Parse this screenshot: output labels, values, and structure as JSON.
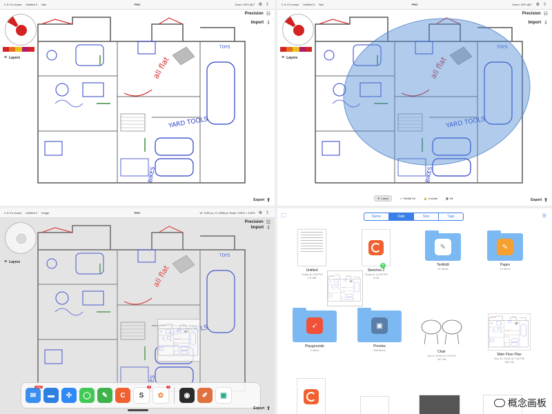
{
  "topbar": {
    "tabs": [
      "C & V's house",
      "Untitled 3",
      "Nav"
    ],
    "p3_tabs": [
      "C & V's house",
      "Untitled 2",
      "Image"
    ],
    "brand": "PRO",
    "zoom": "Zoom: 25% @1\"",
    "p3_readout": "W: 1000 px, H: 4086 px  Scale: 100% × 100%"
  },
  "tools": {
    "precision": "Precision",
    "import": "Import",
    "layers": "Layers",
    "export": "Export"
  },
  "annotations": {
    "allflat": "all flat",
    "yard_tools": "YARD TOOLS",
    "bikes": "BIKES",
    "toys": "TOYS"
  },
  "lasso": {
    "lasso": "Lasso",
    "partial": "Partial On",
    "include": "Include",
    "all": "All"
  },
  "dock": {
    "badges": {
      "mail": "3,101",
      "slack": "2",
      "photos": "1"
    },
    "apps": [
      "Mail",
      "Files",
      "Safari",
      "Messages",
      "Evernote",
      "Concepts",
      "Slack",
      "Photos",
      "Color",
      "Sketches",
      "Cities"
    ]
  },
  "files_view": {
    "segments": [
      "Name",
      "Date",
      "Size",
      "Tags"
    ],
    "active_segment": "Date",
    "items": [
      {
        "name": "Untitled",
        "meta1": "Today at 3:05 PM",
        "meta2": "2.3 MB"
      },
      {
        "name": "Sketches 2",
        "meta1": "Today at 12:58 PM",
        "meta2": "9 KB"
      },
      {
        "name": "TextEdit",
        "meta1": "57 items"
      },
      {
        "name": "Pages",
        "meta1": "13 items"
      },
      {
        "name": "Playgrounds",
        "meta1": "4 items"
      },
      {
        "name": "Preview",
        "meta1": "308 items"
      },
      {
        "name": "Chair",
        "meta1": "Oct 6, 2018 at 4:19 PM",
        "meta2": "187 KB"
      },
      {
        "name": "Main Floor Plan",
        "meta1": "Sep 20, 2018 at 7:48 PM",
        "meta2": "281 KB"
      }
    ]
  },
  "watermark": "概念画板",
  "colors": {
    "accent": "#3a7ee8",
    "plan_blue": "#2a3ec8",
    "plan_red": "#d82a2a",
    "lasso": "#508cd2"
  }
}
